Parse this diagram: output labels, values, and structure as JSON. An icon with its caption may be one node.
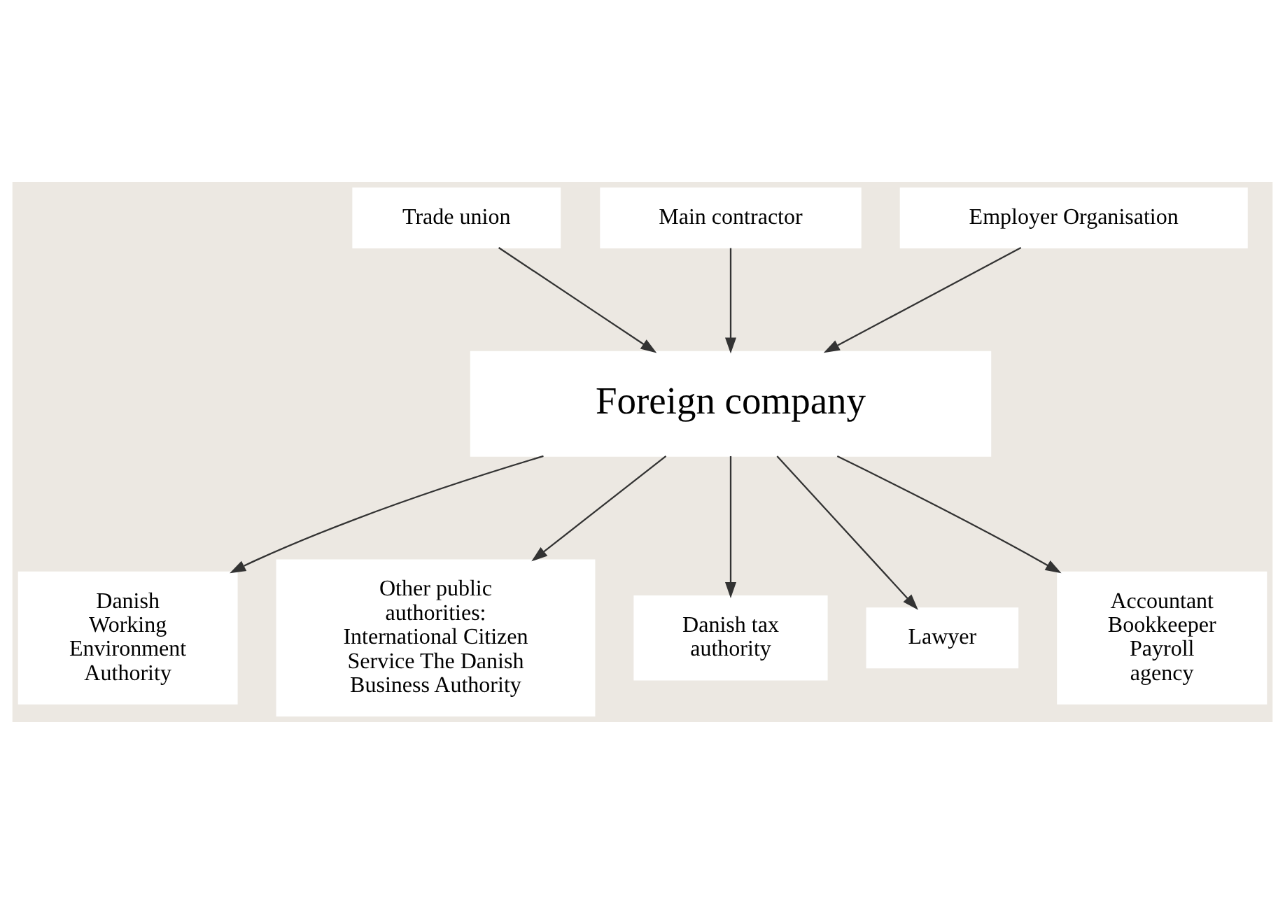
{
  "diagram": {
    "nodes": [
      {
        "text": [
          "Main contractor"
        ]
      },
      {
        "text": [
          "Trade union"
        ]
      },
      {
        "text": [
          "Employer Organisation"
        ]
      },
      {
        "text": [
          "Foreign company"
        ]
      },
      {
        "text": [
          "Danish Working Environment Authority"
        ]
      },
      {
        "text": [
          "Other public authorities: International Citizen Service The Danish Business Authority"
        ]
      },
      {
        "text": [
          "Danish tax authority"
        ]
      },
      {
        "text": [
          "Lawyer"
        ]
      },
      {
        "text": [
          "Accountant Bookkeeper Payroll agency"
        ]
      }
    ],
    "edges": [
      {
        "from": 1,
        "to": 3,
        "arrow": "to"
      },
      {
        "from": 0,
        "to": 3,
        "arrow": "to"
      },
      {
        "from": 2,
        "to": 3,
        "arrow": "to"
      },
      {
        "from": 3,
        "to": 4,
        "arrow": "to"
      },
      {
        "from": 3,
        "to": 5,
        "arrow": "to"
      },
      {
        "from": 3,
        "to": 6,
        "arrow": "to"
      },
      {
        "from": 3,
        "to": 7,
        "arrow": "to"
      },
      {
        "from": 3,
        "to": 8,
        "arrow": "to"
      }
    ]
  }
}
